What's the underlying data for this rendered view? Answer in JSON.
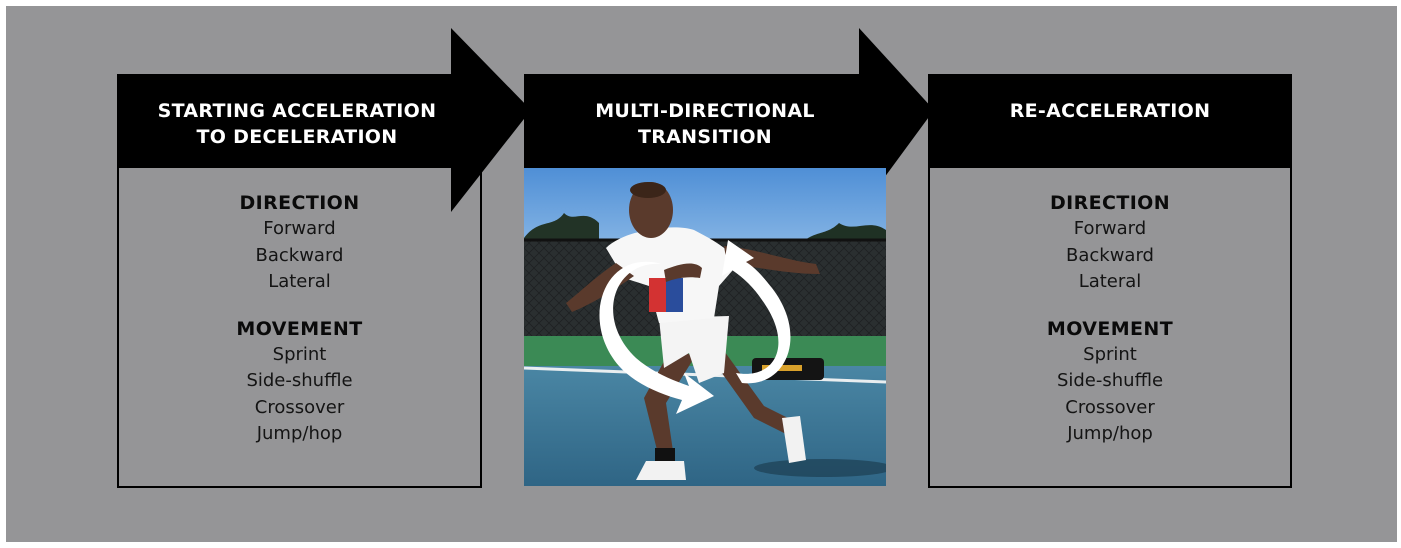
{
  "stages": [
    {
      "title_lines": [
        "STARTING ACCELERATION",
        "TO DECELERATION"
      ],
      "direction": {
        "heading": "DIRECTION",
        "items": [
          "Forward",
          "Backward",
          "Lateral"
        ]
      },
      "movement": {
        "heading": "MOVEMENT",
        "items": [
          "Sprint",
          "Side-shuffle",
          "Crossover",
          "Jump/hop"
        ]
      }
    },
    {
      "title_lines": [
        "MULTI-DIRECTIONAL",
        "TRANSITION"
      ],
      "photo": "tennis-player-lunging-photo"
    },
    {
      "title_lines": [
        "RE-ACCELERATION"
      ],
      "direction": {
        "heading": "DIRECTION",
        "items": [
          "Forward",
          "Backward",
          "Lateral"
        ]
      },
      "movement": {
        "heading": "MOVEMENT",
        "items": [
          "Sprint",
          "Side-shuffle",
          "Crossover",
          "Jump/hop"
        ]
      }
    }
  ],
  "colors": {
    "background": "#959597",
    "arrow": "#000000",
    "text_light": "#ffffff",
    "text_dark": "#111111",
    "sky": "#6fa7dd",
    "court": "#3c7190"
  },
  "icons": {
    "photo_overlay": "circular-rotation-arrows-icon"
  }
}
